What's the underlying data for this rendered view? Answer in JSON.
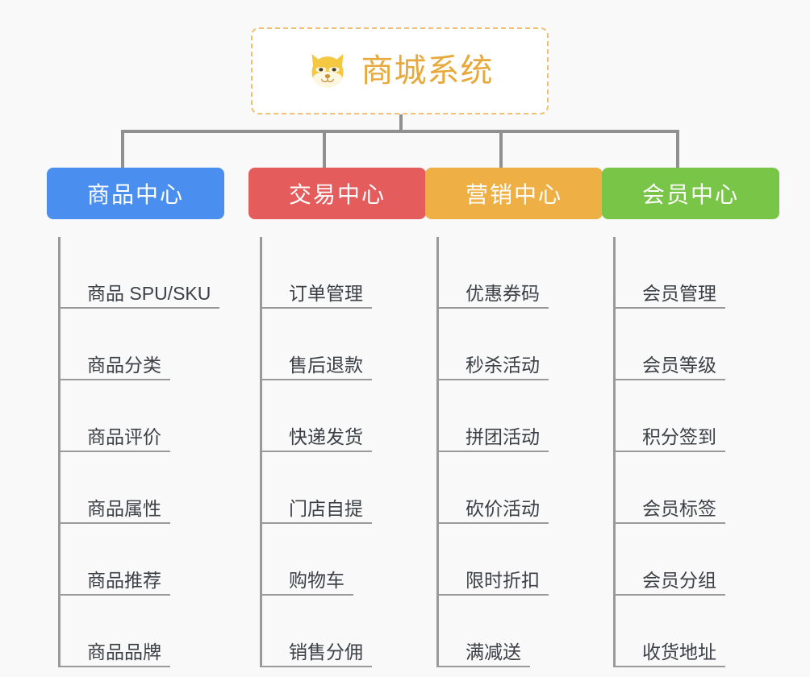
{
  "page": {
    "background_color": "#f9f9f9",
    "type": "mindmap-tree"
  },
  "root": {
    "title": "商城系统",
    "icon": "shiba-dog-face-icon",
    "title_color": "#e8a93c",
    "border_color": "#f0c070",
    "background_color": "#ffffff"
  },
  "categories": [
    {
      "label": "商品中心",
      "color": "#4a8ff0",
      "items": [
        "商品 SPU/SKU",
        "商品分类",
        "商品评价",
        "商品属性",
        "商品推荐",
        "商品品牌"
      ]
    },
    {
      "label": "交易中心",
      "color": "#e45c5c",
      "items": [
        "订单管理",
        "售后退款",
        "快递发货",
        "门店自提",
        "购物车",
        "销售分佣"
      ]
    },
    {
      "label": "营销中心",
      "color": "#eeaf44",
      "items": [
        "优惠券码",
        "秒杀活动",
        "拼团活动",
        "砍价活动",
        "限时折扣",
        "满减送"
      ]
    },
    {
      "label": "会员中心",
      "color": "#79c548",
      "items": [
        "会员管理",
        "会员等级",
        "积分签到",
        "会员标签",
        "会员分组",
        "收货地址"
      ]
    }
  ],
  "connector_color": "#909090",
  "item_line_color": "#9a9a9a",
  "item_text_color": "#3c3f45"
}
